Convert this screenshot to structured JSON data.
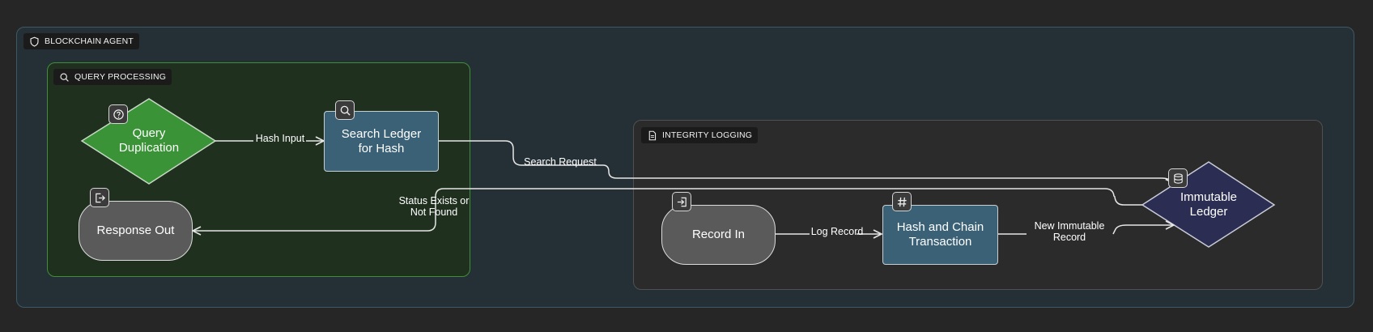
{
  "groups": {
    "agent": "BLOCKCHAIN AGENT",
    "query": "QUERY PROCESSING",
    "integrity": "INTEGRITY LOGGING"
  },
  "nodes": {
    "query_duplication": "Query\nDuplication",
    "search_ledger": "Search Ledger\nfor Hash",
    "response_out": "Response Out",
    "record_in": "Record In",
    "hash_chain": "Hash and Chain\nTransaction",
    "immutable_ledger": "Immutable\nLedger"
  },
  "edges": {
    "hash_input": "Hash Input",
    "search_request": "Search Request",
    "status": "Status Exists or\nNot Found",
    "log_record": "Log Record",
    "new_immutable": "New Immutable\nRecord"
  },
  "colors": {
    "decision_green": "#3a9437",
    "process_blue": "#3a6176",
    "terminal_gray": "#5a5a5a",
    "store_navy": "#2b2e52"
  },
  "icons": {
    "agent": "shield-icon",
    "query": "search-icon",
    "integrity": "document-icon",
    "query_duplication": "question-icon",
    "search_ledger": "search-icon",
    "response_out": "exit-icon",
    "record_in": "enter-icon",
    "hash_chain": "hash-icon",
    "immutable_ledger": "database-icon"
  }
}
